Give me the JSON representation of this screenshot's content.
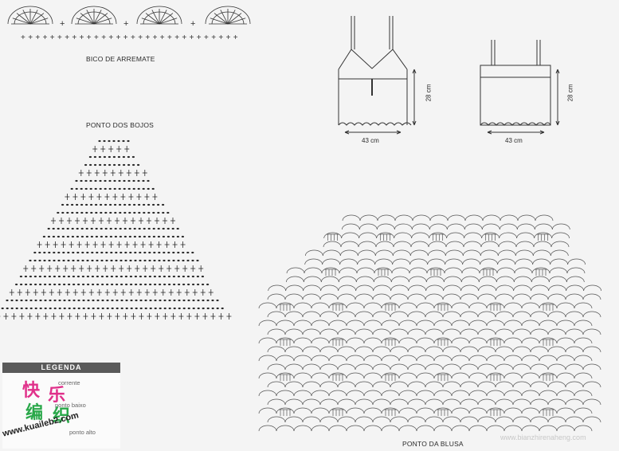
{
  "labels": {
    "bico": "BICO DE ARREMATE",
    "bojos": "PONTO DOS BOJOS",
    "blusa": "PONTO DA BLUSA"
  },
  "schematics": {
    "top_piece": {
      "width": "43 cm",
      "height": "28 cm"
    },
    "back_piece": {
      "width": "43 cm",
      "height": "28 cm"
    }
  },
  "legend": {
    "title": "LEGENDA",
    "rows": [
      "corrente",
      "ponto baixo",
      "ponto alto"
    ]
  },
  "watermark": {
    "logo_chars": [
      "快",
      "乐",
      "编",
      "织"
    ],
    "logo_url": "www.kuaileb2.com",
    "site_url": "www.bianzhirenaheng.com"
  },
  "colors": {
    "ink": "#2a2a2a",
    "legend_header": "#5a5a5a",
    "logo_pink": "#e0308a",
    "logo_green": "#2aa84a"
  }
}
